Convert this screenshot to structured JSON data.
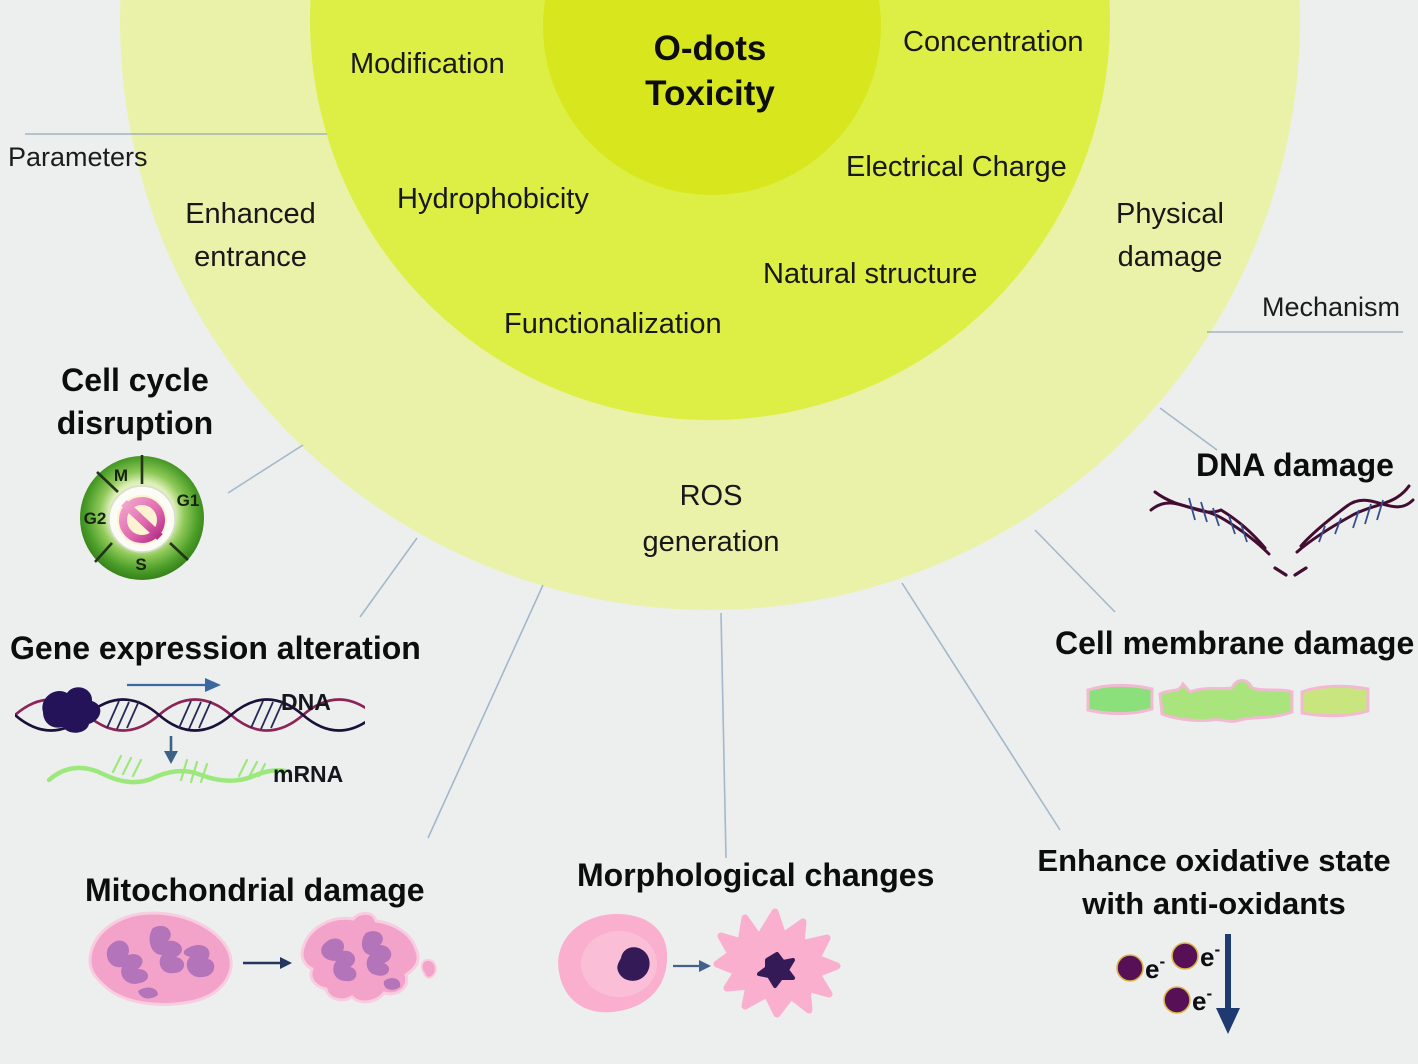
{
  "title": {
    "line1": "O-dots",
    "line2": "Toxicity"
  },
  "axis_labels": {
    "parameters": "Parameters",
    "mechanism": "Mechanism"
  },
  "parameters": {
    "modification": "Modification",
    "concentration": "Concentration",
    "hydrophobicity": "Hydrophobicity",
    "electrical_charge": "Electrical Charge",
    "natural_structure": "Natural structure",
    "functionalization": "Functionalization",
    "enhanced_entrance": {
      "line1": "Enhanced",
      "line2": "entrance"
    },
    "physical_damage": {
      "line1": "Physical",
      "line2": "damage"
    },
    "ros_generation": {
      "line1": "ROS",
      "line2": "generation"
    }
  },
  "mechanisms": {
    "cell_cycle_disruption": {
      "line1": "Cell cycle",
      "line2": "disruption"
    },
    "gene_expression_alteration": "Gene expression alteration",
    "mitochondrial_damage": "Mitochondrial damage",
    "morphological_changes": "Morphological changes",
    "enhance_oxidative": {
      "line1": "Enhance oxidative state",
      "line2": "with anti-oxidants"
    },
    "dna_damage": "DNA damage",
    "cell_membrane_damage": "Cell membrane damage"
  },
  "icon_text": {
    "cell_cycle_phases": {
      "m": "M",
      "g1": "G1",
      "g2": "G2",
      "s": "S"
    },
    "dna_label": "DNA",
    "mrna_label": "mRNA",
    "electron_symbol": "e",
    "electron_charge": "-"
  },
  "colors": {
    "background": "#edefee",
    "ring_inner": "#d8e61e",
    "ring_middle": "#ddef45",
    "ring_outer": "#eaf2a9",
    "connector_line": "#a3b8cb",
    "cycle_ring_green": "#3f941f",
    "prohibition_magenta": "#c0388e",
    "dna_strand_dark": "#1b1038",
    "dna_strand_maroon": "#8c2458",
    "mrna_green": "#9ce87c",
    "cell_pink": "#f5a6ca",
    "nucleus_purple": "#351a58",
    "cristae_purple": "#a86cb8",
    "electron_purple": "#571056",
    "arrow_navy": "#1e3a70",
    "membrane_border_pink": "#f2b9d2",
    "membrane_green_1": "#8ce07c",
    "membrane_green_2": "#a9e47c",
    "membrane_green_3": "#c8e57e"
  }
}
